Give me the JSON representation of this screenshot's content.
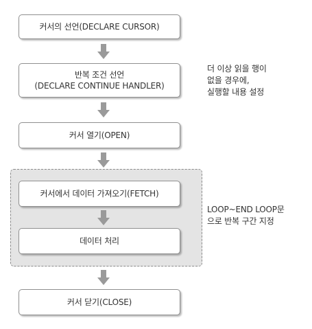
{
  "steps": {
    "declare_cursor": "커서의 선언(DECLARE CURSOR)",
    "declare_handler": {
      "line1": "반복 조건 선언",
      "line2": "(DECLARE CONTINUE HANDLER)"
    },
    "open_cursor": "커서 열기(OPEN)",
    "fetch": "커서에서 데이터 가져오기(FETCH)",
    "process": "데이터 처리",
    "close_cursor": "커서 닫기(CLOSE)"
  },
  "notes": {
    "handler_note": {
      "line1": "더 이상 읽을 행이",
      "line2": "없을 경우에,",
      "line3": "실행할 내용 설정"
    },
    "loop_note": {
      "line1": "LOOP~END LOOP문",
      "line2": "으로 반복 구간 지정"
    }
  },
  "colors": {
    "arrow": "#9a9a9a",
    "loop_background": "#e4e4e4",
    "box_border": "#8f8f8f"
  }
}
